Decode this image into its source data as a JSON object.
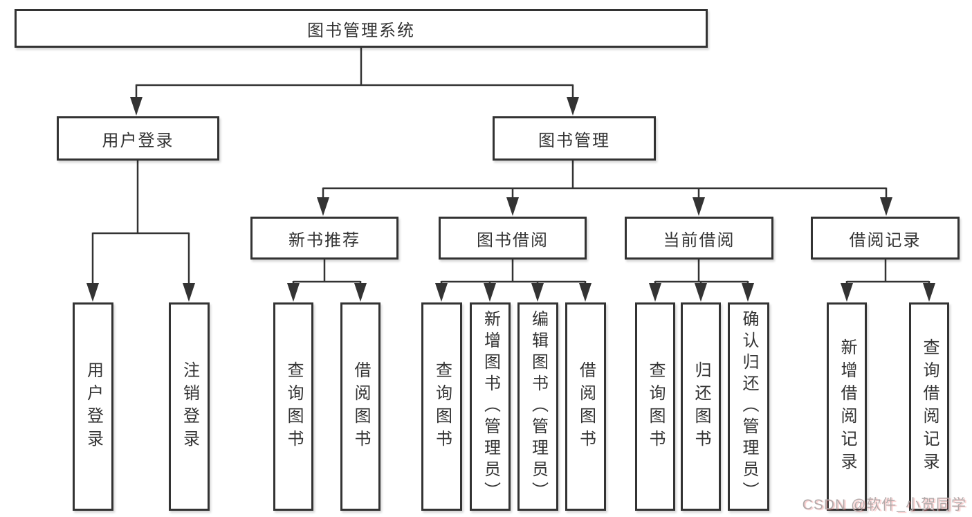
{
  "diagram": {
    "root": {
      "label": "图书管理系统"
    },
    "level2": [
      {
        "label": "用户登录"
      },
      {
        "label": "图书管理"
      }
    ],
    "level3": [
      {
        "label": "新书推荐"
      },
      {
        "label": "图书借阅"
      },
      {
        "label": "当前借阅"
      },
      {
        "label": "借阅记录"
      }
    ],
    "leaves": {
      "user_login": [
        "用户登录",
        "注销登录"
      ],
      "new_book_recommend": [
        "查询图书",
        "借阅图书"
      ],
      "book_borrow": [
        "查询图书",
        "新增图书（管理员）",
        "编辑图书（管理员）",
        "借阅图书"
      ],
      "current_borrow": [
        "查询图书",
        "归还图书",
        "确认归还（管理员）"
      ],
      "borrow_records": [
        "新增借阅记录",
        "查询借阅记录"
      ]
    }
  },
  "watermark": "CSDN @软件_小贺同学",
  "colors": {
    "line": "#333333",
    "border": "#333333",
    "background": "#ffffff",
    "text": "#333333",
    "watermark": "#b2aaaa"
  }
}
